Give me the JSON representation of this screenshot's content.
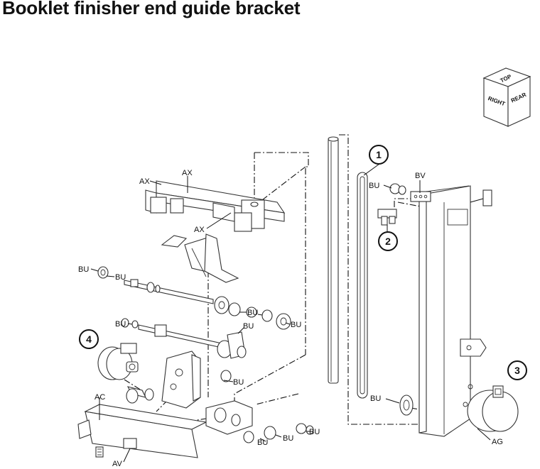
{
  "title": "Booklet finisher end guide bracket",
  "orientation_cube": {
    "top": "TOP",
    "right": "RIGHT",
    "rear": "REAR"
  },
  "callouts": [
    "1",
    "2",
    "3",
    "4"
  ],
  "labels": {
    "ax1": "AX",
    "ax2": "AX",
    "ax3": "AX",
    "bv": "BV",
    "bu_rear_top": "BU",
    "bu_rear_bottom": "BU",
    "bu_shaft1_left": "BU",
    "bu_shaft1_right": "BU",
    "bu_shaft2_left": "BU",
    "bu_row_a1": "BU",
    "bu_row_a2": "BU",
    "bu_row_b": "BU",
    "bu_gear": "BU",
    "bu_bottom1": "BU",
    "bu_bottom2": "BU",
    "bu_bottom3": "BU",
    "ac": "AC",
    "av": "AV",
    "ag": "AG"
  }
}
